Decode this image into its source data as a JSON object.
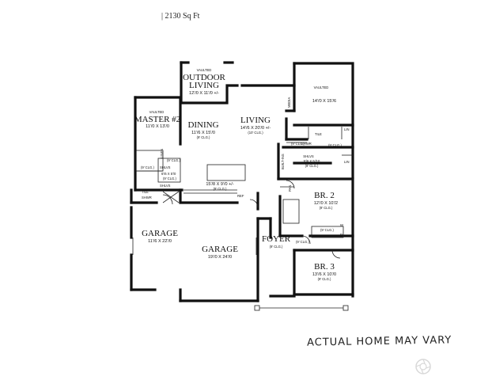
{
  "header": {
    "area": "| 2130 Sq Ft"
  },
  "rooms": {
    "outdoor": {
      "tag": "VAULTED",
      "name1": "OUTDOOR",
      "name2": "LIVING",
      "size": "12'/0 X 11'/0 +/-"
    },
    "vaulted_master": {
      "tag": "VAULTED",
      "size": "14'/0 X 15'/6"
    },
    "master2": {
      "tag": "VAULTED",
      "name": "MASTER #2",
      "size": "11'/0 X 13'/0"
    },
    "dining": {
      "name": "DINING",
      "size": "11'/6 X 15'/0",
      "clg": "(9' CLG.)"
    },
    "living": {
      "name": "LIVING",
      "size": "14'/6 X 20'/0 +/-",
      "clg": "(10' CLG.)"
    },
    "kitchen": {
      "size": "15'/8 X 9'/0 +/-",
      "clg": "(9' CLG.)"
    },
    "garage_left": {
      "name": "GARAGE",
      "size": "11'/6 X 22'/0"
    },
    "garage_main": {
      "name": "GARAGE",
      "size": "19'/0 X 24'/0"
    },
    "foyer": {
      "name": "FOYER",
      "clg": "(9' CLG.)"
    },
    "br2": {
      "name": "BR. 2",
      "size": "12'/0 X 10'/2",
      "clg": "(9' CLG.)"
    },
    "br3": {
      "name": "BR. 3",
      "size": "13'/6 X 10'/0",
      "clg": "(9' CLG.)"
    },
    "shlvs_main": {
      "name": "SHLVS",
      "size": "9'/6 X 5'/10",
      "clg": "(9' CLG.)"
    }
  },
  "small_labels": {
    "media": "MEDIA",
    "lin": "LIN",
    "tile": "TILE",
    "shwr": "SHWR",
    "shlvs": "SHLVS",
    "linen": "LINEN",
    "clg9": "(9' CLG.)",
    "builtins": "BUILT-INS",
    "pan": "PAN",
    "ref": "REF",
    "w": "W",
    "d": "D",
    "size_6x5": "6'/6 X 5'/0"
  },
  "footer": {
    "note": "ACTUAL HOME MAY VARY"
  },
  "colors": {
    "wall": "#111111",
    "paper": "#ffffff"
  },
  "icons": {
    "watermark": "aperture-watermark-icon"
  }
}
